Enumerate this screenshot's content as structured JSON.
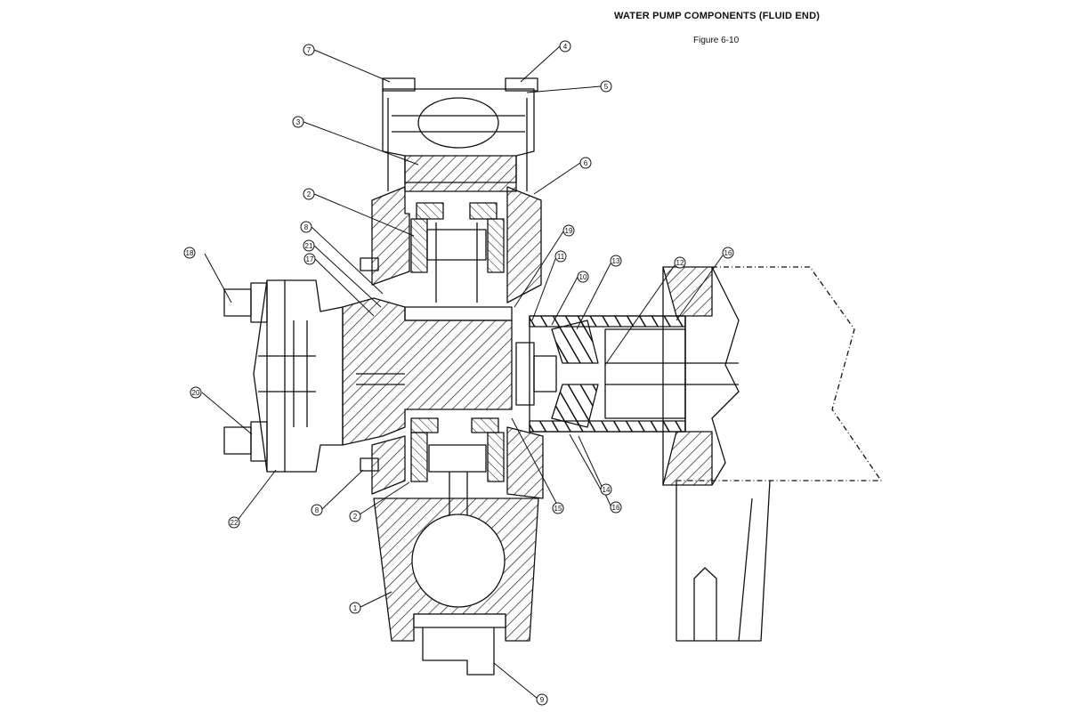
{
  "header": {
    "title": "WATER PUMP COMPONENTS (FLUID END)",
    "figure": "Figure 6-10"
  },
  "callouts": [
    {
      "id": "c7a",
      "label": "7"
    },
    {
      "id": "c4",
      "label": "4"
    },
    {
      "id": "c5",
      "label": "5"
    },
    {
      "id": "c3",
      "label": "3"
    },
    {
      "id": "c6",
      "label": "6"
    },
    {
      "id": "c2a",
      "label": "2"
    },
    {
      "id": "c8a",
      "label": "8"
    },
    {
      "id": "c21",
      "label": "21"
    },
    {
      "id": "c17",
      "label": "17"
    },
    {
      "id": "c19",
      "label": "19"
    },
    {
      "id": "c18",
      "label": "18"
    },
    {
      "id": "c11",
      "label": "11"
    },
    {
      "id": "c10",
      "label": "10"
    },
    {
      "id": "c13",
      "label": "13"
    },
    {
      "id": "c12",
      "label": "12"
    },
    {
      "id": "c16b",
      "label": "16"
    },
    {
      "id": "c20",
      "label": "20"
    },
    {
      "id": "c22",
      "label": "22"
    },
    {
      "id": "c8b",
      "label": "8"
    },
    {
      "id": "c2b",
      "label": "2"
    },
    {
      "id": "c15",
      "label": "15"
    },
    {
      "id": "c14",
      "label": "14"
    },
    {
      "id": "c16",
      "label": "16"
    },
    {
      "id": "c1",
      "label": "1"
    },
    {
      "id": "c9",
      "label": "9"
    }
  ]
}
